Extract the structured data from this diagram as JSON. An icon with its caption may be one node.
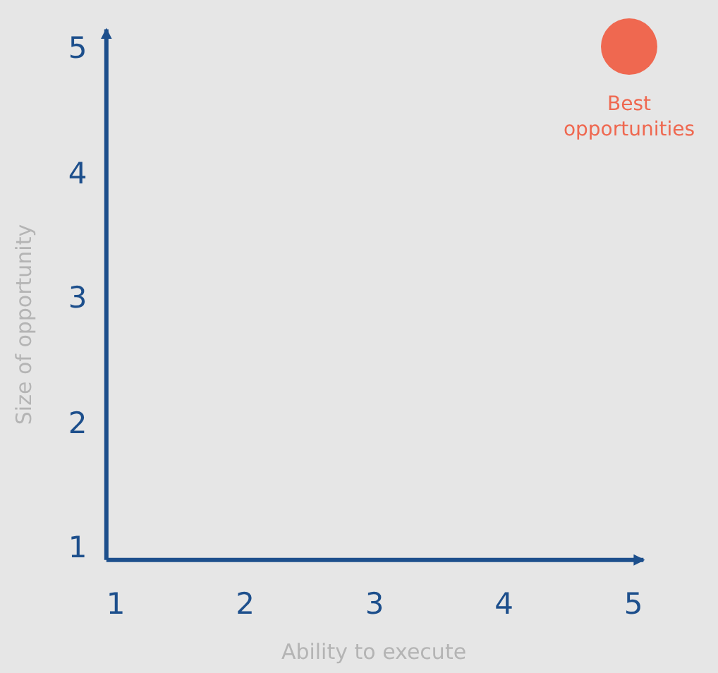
{
  "diagram": {
    "chart_data": {
      "type": "scatter",
      "xlabel": "Ability to execute",
      "ylabel": "Size of opportunity",
      "xlim": [
        0.95,
        5.1
      ],
      "ylim": [
        0.9,
        5.15
      ],
      "xticks": [
        1,
        2,
        3,
        4,
        5
      ],
      "yticks": [
        1,
        2,
        3,
        4,
        5
      ],
      "x": [
        5
      ],
      "series": [
        {
          "color": "#ef6850",
          "values": [
            5
          ]
        }
      ],
      "annotations": [
        {
          "x": 5,
          "y": 5,
          "text": "Best opportunities"
        }
      ]
    }
  }
}
